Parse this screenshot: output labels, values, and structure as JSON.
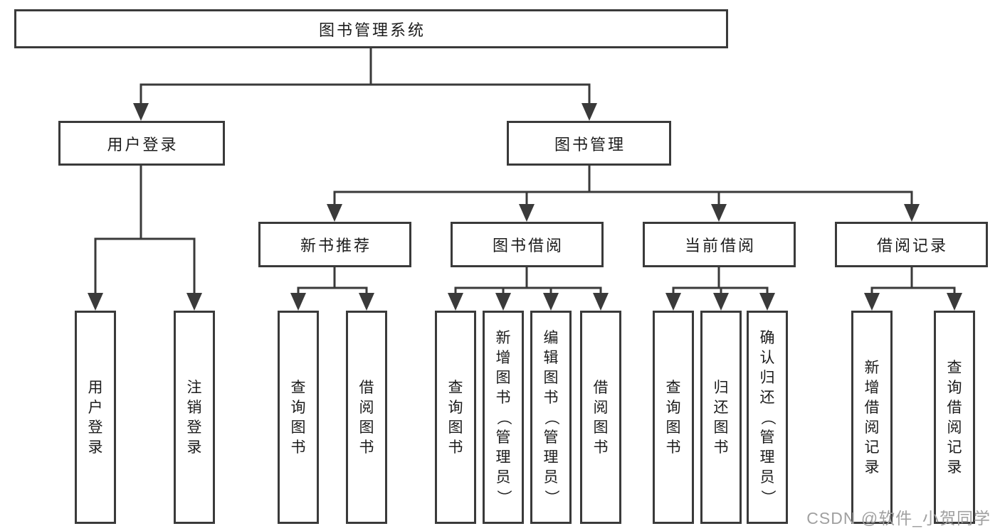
{
  "tree": {
    "root": "图书管理系统",
    "level2": {
      "user_login": {
        "label": "用户登录",
        "children": [
          "用户登录",
          "注销登录"
        ]
      },
      "book_management": {
        "label": "图书管理",
        "children": {
          "new_book_recommend": {
            "label": "新书推荐",
            "children": [
              "查询图书",
              "借阅图书"
            ]
          },
          "book_borrowing": {
            "label": "图书借阅",
            "children": [
              "查询图书",
              "新增图书（管理员）",
              "编辑图书（管理员）",
              "借阅图书"
            ]
          },
          "current_borrowing": {
            "label": "当前借阅",
            "children": [
              "查询图书",
              "归还图书",
              "确认归还（管理员）"
            ]
          },
          "borrowing_records": {
            "label": "借阅记录",
            "children": [
              "新增借阅记录",
              "查询借阅记录"
            ]
          }
        }
      }
    }
  },
  "watermark": "CSDN @软件_小贺同学",
  "colors": {
    "line": "#3a3a3a",
    "text": "#1c1c1c",
    "watermark": "#a0a0a0",
    "background": "#ffffff"
  }
}
